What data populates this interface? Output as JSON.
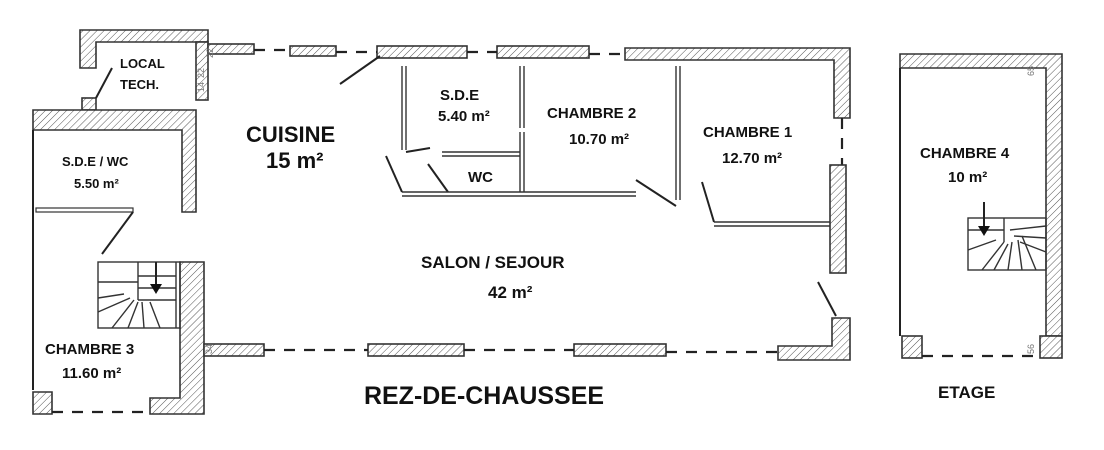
{
  "plan": {
    "rooms": {
      "local_tech": {
        "line1": "LOCAL",
        "line2": "TECH."
      },
      "sde_wc": {
        "name": "S.D.E / WC",
        "area": "5.50 m²"
      },
      "cuisine": {
        "name": "CUISINE",
        "area": "15 m²"
      },
      "sde": {
        "name": "S.D.E",
        "area": "5.40 m²"
      },
      "wc": {
        "name": "WC"
      },
      "chambre2": {
        "name": "CHAMBRE 2",
        "area": "10.70 m²"
      },
      "chambre1": {
        "name": "CHAMBRE 1",
        "area": "12.70 m²"
      },
      "salon": {
        "name": "SALON / SEJOUR",
        "area": "42 m²"
      },
      "chambre3": {
        "name": "CHAMBRE 3",
        "area": "11.60 m²"
      },
      "chambre4": {
        "name": "CHAMBRE 4",
        "area": "10 m²"
      }
    },
    "dims": {
      "d22a": "22",
      "d22b": "22",
      "d14": "14",
      "d65": "65",
      "d56": "56",
      "d34": "34"
    },
    "titles": {
      "ground_floor": "REZ-DE-CHAUSSEE",
      "upper_floor": "ETAGE"
    }
  }
}
